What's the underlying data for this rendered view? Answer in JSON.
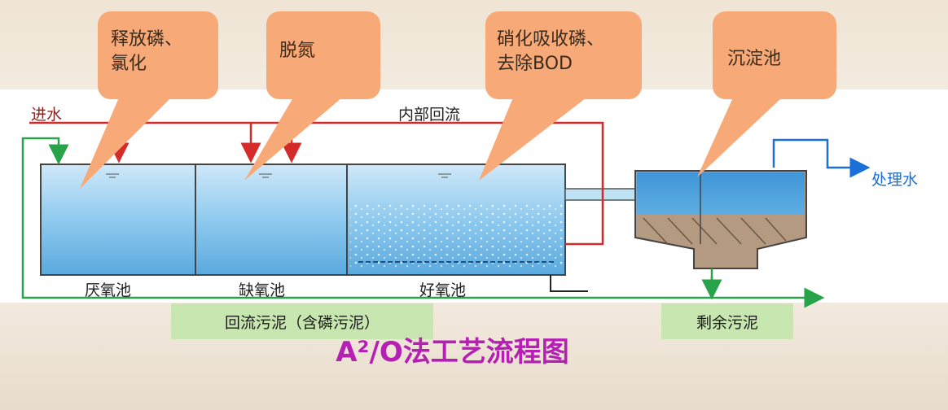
{
  "callouts": [
    {
      "text": "释放磷、\n氯化"
    },
    {
      "text": "脱氮"
    },
    {
      "text": "硝化吸收磷、\n去除BOD"
    },
    {
      "text": "沉淀池"
    }
  ],
  "flows": {
    "inlet": "进水",
    "internal_return": "内部回流",
    "treated_water": "处理水"
  },
  "tanks": {
    "anaerobic": "厌氧池",
    "anoxic": "缺氧池",
    "aerobic": "好氧池"
  },
  "sludge": {
    "return": "回流污泥（含磷污泥）",
    "excess": "剩余污泥"
  },
  "title": "A²/O法工艺流程图",
  "colors": {
    "callout": "#f8a978",
    "flow_red": "#d42a2a",
    "flow_green": "#29a34a",
    "flow_blue": "#1a6fd8",
    "tank_water": "#7ec0ea",
    "label_box": "#c8e6b0",
    "title": "#b51fb3"
  }
}
